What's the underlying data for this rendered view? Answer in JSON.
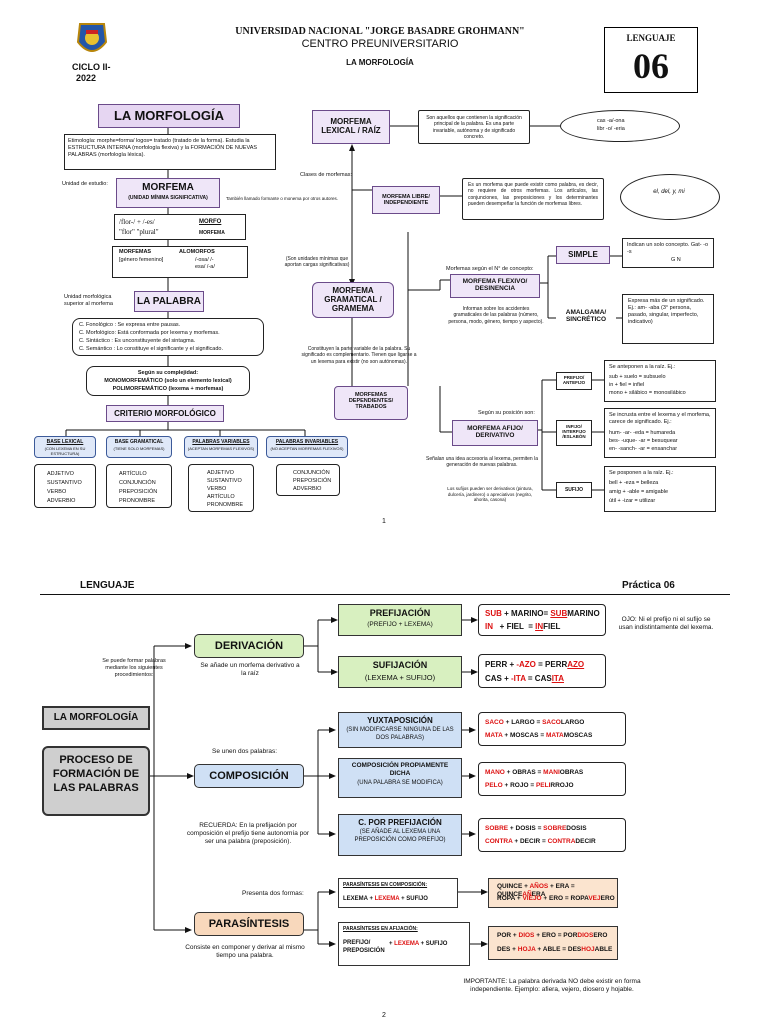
{
  "header": {
    "university": "UNIVERSIDAD NACIONAL \"JORGE BASADRE GROHMANN\"",
    "center": "CENTRO PREUNIVERSITARIO",
    "topic": "LA MORFOLOGÍA",
    "cycle": "CICLO II-",
    "year": "2022",
    "subject_label": "LENGUAJE",
    "number": "06"
  },
  "page1": {
    "title": "LA MORFOLOGÍA",
    "etimologia": "Etimología: morphe=forma/ logos= tratado (tratado de la forma). Estudia la ESTRUCTURA INTERNA (morfología flexiva) y la FORMACIÓN DE NUEVAS PALABRAS (morfología léxica).",
    "unidad_estudio": "Unidad de estudio:",
    "morfema": "MORFEMA",
    "morfema_sub": "(UNIDAD MÍNIMA SIGNIFICATIVA)",
    "morfema_note": "También llamado formante o monema por otros autores.",
    "morfo_ex1": "/flor-/ + /-es/",
    "morfo_ex2": "\"flor\" \"plural\"",
    "morfo_label": "MORFO",
    "morfema_label": "MORFEMA",
    "morfemas_col": "MORFEMAS",
    "morfemas_val": "[género femenino]",
    "alomorfos_col": "ALOMORFOS",
    "alomorfos_val": "/-osa/ /-esa/ /-a/",
    "palabra_note": "Unidad morfológica superior al morfema",
    "palabra": "LA PALABRA",
    "criterios": [
      "C. Fonológico : Se expresa entre pausas.",
      "C. Morfológico: Está conformada por lexema y morfemas.",
      "C. Sintáctico : Es unconstituyente del sintagma.",
      "C. Semántico : Lo constituye el significante y el significado."
    ],
    "complejidad_title": "Según su complejidad:",
    "monomorfematico": "MONOMORFEMÁTICO (solo un elemento lexical)",
    "polimorfematico": "POLIMORFEMÁTICO (lexema + morfemas)",
    "criterio_morfologico": "CRITERIO MORFOLÓGICO",
    "bases": [
      {
        "title": "BASE LEXICAL",
        "sub": "(CON LEXEMA EN SU ESTRUCTURA)",
        "items": [
          "ADJETIVO",
          "SUSTANTIVO",
          "VERBO",
          "ADVERBIO"
        ]
      },
      {
        "title": "BASE GRAMATICAL",
        "sub": "(TIENE SOLO MORFEMAS)",
        "items": [
          "ARTÍCULO",
          "CONJUNCIÓN",
          "PREPOSICIÓN",
          "PRONOMBRE"
        ]
      },
      {
        "title": "PALABRAS VARIABLES",
        "sub": "(ACEPTAN MORFEMAS FLEXIVOS)",
        "items": [
          "ADJETIVO",
          "SUSTANTIVO",
          "VERBO",
          "ARTÍCULO",
          "PRONOMBRE"
        ]
      },
      {
        "title": "PALABRAS INVARIABLES",
        "sub": "(NO ACEPTAN MORFEMAS FLEXIVOS)",
        "items": [
          "CONJUNCIÓN",
          "PREPOSICIÓN",
          "ADVERBIO"
        ]
      }
    ],
    "clases_morfemas": "Clases de morfemas:",
    "lexical": "MORFEMA LEXICAL / RAÍZ",
    "lexical_def": "Son aquellos que contienen la significación principal de la palabra. Es una parte invariable, autónoma y de significado concreto.",
    "lexical_ex1": "cas -a/-ona",
    "lexical_ex2": "libr -o/ -eria",
    "libre": "MORFEMA LIBRE/ INDEPENDIENTE",
    "libre_def": "Es un morfema que puede existir como palabra, es decir, no requiere de otros morfemas. Los artículos, las conjunciones, las preposiciones y los determinantes pueden desempeñar la función de morfemas libres.",
    "libre_ex": "el, del, y, mi",
    "gramatical_note": "(Son unidades mínimas que aportan cargas significativas)",
    "gramatical": "MORFEMA GRAMATICAL / GRAMEMA",
    "segun_concepto": "Morfemas según el N° de concepto:",
    "simple": "SIMPLE",
    "simple_def": "Indican un solo concepto. Gat- -o -s",
    "simple_gn": "G N",
    "flexivo": "MORFEMA FLEXIVO/ DESINENCIA",
    "flexivo_def": "Informan sobre los accidentes gramaticales de las palabras (número, persona, modo, género, tiempo y aspecto).",
    "amalgama": "AMALGAMA/ SINCRÉTICO",
    "amalgama_def": "Expresa más de un significado. Ej.: am- -aba (3° persona, pasado, singular, imperfecto, indicativo)",
    "constituyen": "Constituyen la parte variable de la palabra. Su significado es complementario. Tienen que ligarse a un lexema para existir (no son autónomas).",
    "dependientes": "MORFEMAS DEPENDIENTES/ TRABADOS",
    "segun_posicion": "Según su posición son:",
    "prefijo": "PREFIJO/ ANTEFIJO",
    "prefijo_def": "Se anteponen a la raíz. Ej.:",
    "prefijo_ex": [
      "sub + suelo = subsuelo",
      "in + fiel = infiel",
      "mono + silábico = monosilábico"
    ],
    "afijo": "MORFEMA AFIJO/ DERIVATIVO",
    "infijo": "INFIJO/ INTERFIJO /ESLABÓN",
    "infijo_def": "Se incrusta entre el lexema y el morfema, carece de significado. Ej.:",
    "infijo_ex": [
      "hum- -ar- -eda = humareda",
      "bes- -uque- -ar = besuquear",
      "en- -sanch- -ar = ensanchar"
    ],
    "afijo_note": "Señalan una idea accesoria al lexema, permiten la generación de nuevas palabras.",
    "sufijo": "SUFIJO",
    "sufijo_def": "Se posponen a la raíz. Ej.:",
    "sufijo_ex": [
      "bell + -eza = belleza",
      "amig + -able = amigable",
      "útil + -izar = utilizar"
    ],
    "sufijo_note": "Los sufijos pueden ser derivativos (pintura, dulcería, jardinero) o apreciativos (negrito, ahorita, casona)",
    "page_num": "1"
  },
  "page2": {
    "left_header": "LENGUAJE",
    "right_header": "Práctica 06",
    "intro": "Se puede formar palabras mediante los siguientes procedimientos:",
    "title": "LA MORFOLOGÍA",
    "proceso": "PROCESO DE FORMACIÓN DE LAS PALABRAS",
    "derivacion": "DERIVACIÓN",
    "derivacion_note": "Se añade un morfema derivativo a la raíz",
    "prefijacion": "PREFIJACIÓN",
    "prefijacion_sub": "(PREFIJO + LEXEMA)",
    "prefijacion_ex": [
      "SUB + MARINO= SUBMARINO",
      "IN + FIEL = INFIEL"
    ],
    "ojo": "OJO: Ni el prefijo ni el sufijo se usan indistintamente del lexema.",
    "sufijacion": "SUFIJACIÓN",
    "sufijacion_sub": "(LEXEMA + SUFIJO)",
    "sufijacion_ex": [
      "PERR + -AZO = PERRAZO",
      "CAS + -ITA = CASITA"
    ],
    "unen": "Se unen dos palabras:",
    "composicion": "COMPOSICIÓN",
    "yuxtaposicion": "YUXTAPOSICIÓN",
    "yuxtaposicion_sub": "(SIN MODIFICARSE NINGUNA DE LAS DOS PALABRAS)",
    "yuxtaposicion_ex": [
      "SACO + LARGO = SACOLARGO",
      "MATA + MOSCAS = MATAMOSCAS"
    ],
    "propia": "COMPOSICIÓN PROPIAMENTE DICHA",
    "propia_sub": "(UNA PALABRA SE MODIFICA)",
    "propia_ex": [
      "MANO + OBRAS = MANIOBRAS",
      "PELO + ROJO = PELIRROJO"
    ],
    "recuerda": "RECUERDA: En la prefijación por composición el prefijo tiene autonomía por ser una palabra (preposición).",
    "cpref": "C. POR PREFIJACIÓN",
    "cpref_sub": "(SE AÑADE AL LEXEMA UNA PREPOSICIÓN COMO PREFIJO)",
    "cpref_ex": [
      "SOBRE + DOSIS = SOBREDOSIS",
      "CONTRA + DECIR = CONTRADECIR"
    ],
    "presenta": "Presenta dos formas:",
    "parasintesis": "PARASÍNTESIS",
    "parasintesis_note": "Consiste en componer y derivar al mismo tiempo una palabra.",
    "pcomp": "PARASÍNTESIS EN COMPOSICIÓN:",
    "pcomp_formula": "LEXEMA + LEXEMA + SUFIJO",
    "pcomp_ex": [
      "QUINCE + AÑOS + ERA = QUINCEAÑERA",
      "ROPA + VIEJO + ERO = ROPAVEJERO"
    ],
    "pafij": "PARASÍNTESIS EN AFIJACIÓN:",
    "pafij_formula1": "PREFIJO/ PREPOSICIÓN",
    "pafij_formula2": "+ LEXEMA + SUFIJO",
    "pafij_ex": [
      "POR + DIOS + ERO = PORDIOSERO",
      "DES + HOJA + ABLE = DESHOJABLE"
    ],
    "importante": "IMPORTANTE: La palabra derivada NO debe existir en forma independiente. Ejemplo: afiera, vejero, diosero y hojable.",
    "page_num": "2"
  }
}
